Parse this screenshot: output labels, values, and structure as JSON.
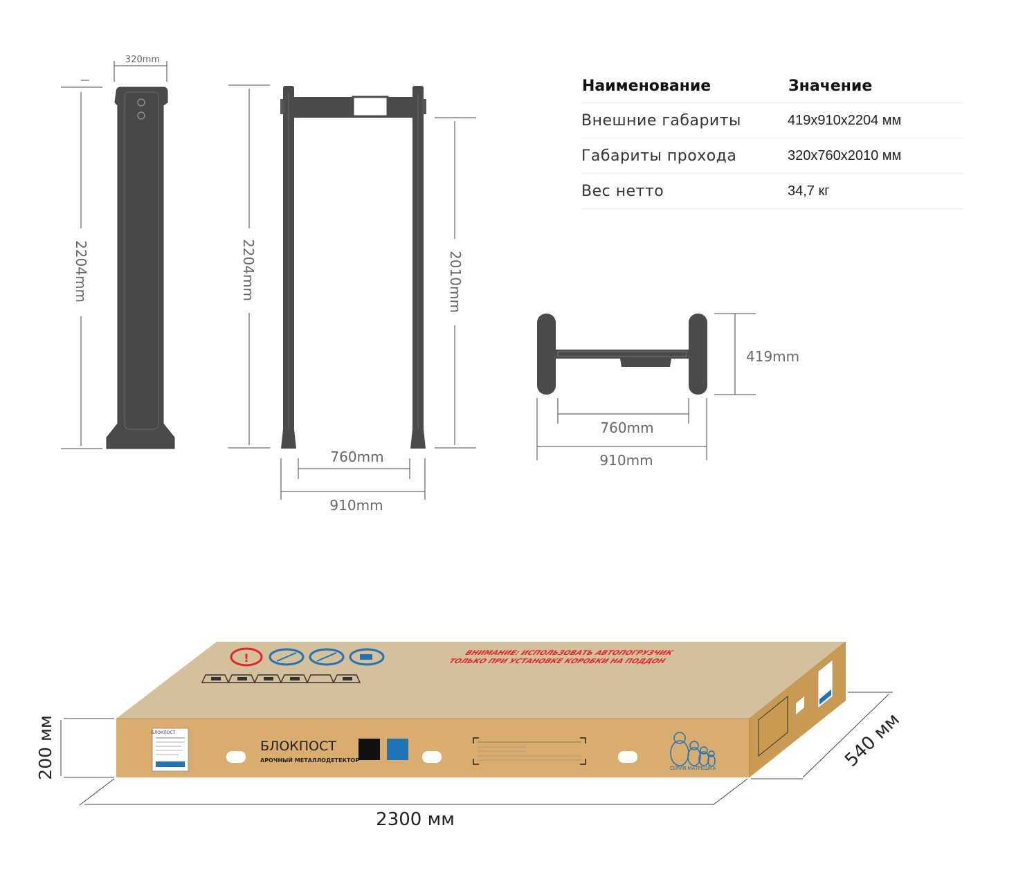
{
  "table": {
    "header_name": "Наименование",
    "header_value": "Значение",
    "rows": [
      {
        "name": "Внешние габариты",
        "value": "419x910x2204 мм"
      },
      {
        "name": "Габариты прохода",
        "value": "320x760x2010 мм"
      },
      {
        "name": "Вес нетто",
        "value": "34,7 кг"
      }
    ]
  },
  "side_view": {
    "width_label": "320mm",
    "height_label": "2204mm"
  },
  "front_view": {
    "height_label": "2204mm",
    "passage_height_label": "2010mm",
    "passage_width_label": "760mm",
    "total_width_label": "910mm"
  },
  "top_view": {
    "depth_label": "419mm",
    "passage_width_label": "760mm",
    "total_width_label": "910mm"
  },
  "box": {
    "height_label": "200 мм",
    "length_label": "2300 мм",
    "depth_label": "540 мм",
    "warning_line1": "ВНИМАНИЕ: ИСПОЛЬЗОВАТЬ АВТОПОГРУЗЧИК",
    "warning_line2": "ТОЛЬКО ПРИ УСТАНОВКЕ КОРОБКИ НА ПОДДОН",
    "brand": "БЛОКПОСТ",
    "brand_subtitle": "АРОЧНЫЙ МЕТАЛЛОДЕТЕКТОР",
    "series": "СЕРИЯ МАТРЁШКА",
    "label_small": "БЛОКПОСТ"
  },
  "colors": {
    "frame": "#4a4a4a",
    "box_front": "#d8ad6d",
    "box_top": "#d5c09c",
    "box_side": "#c99a52",
    "warning": "#e8242a",
    "accent_blue": "#1f73b7"
  }
}
